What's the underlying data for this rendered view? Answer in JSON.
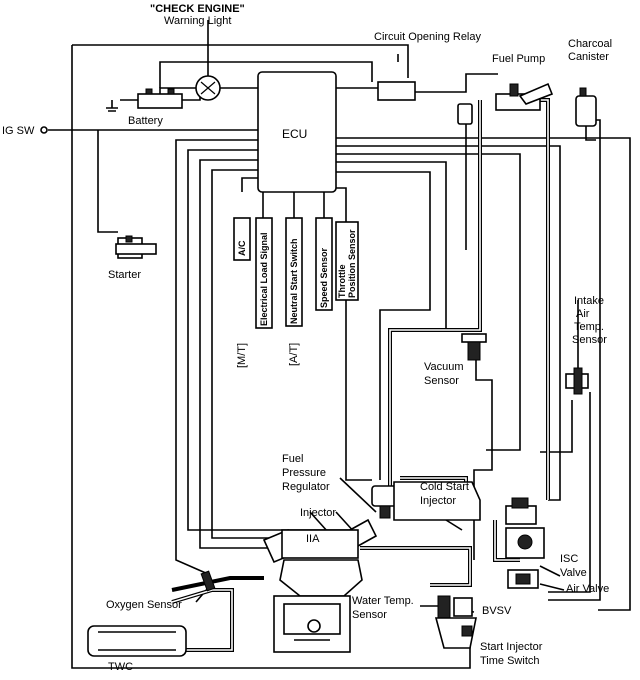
{
  "labels": {
    "check_engine": "\"CHECK ENGINE\"",
    "warning_light": "Warning Light",
    "circuit_opening_relay": "Circuit Opening Relay",
    "fuel_pump": "Fuel Pump",
    "charcoal": "Charcoal",
    "canister": "Canister",
    "ig_sw": "IG SW",
    "battery": "Battery",
    "ecu": "ECU",
    "starter": "Starter",
    "ac": "A/C",
    "electrical_load_signal": "Electrical Load Signal",
    "neutral_start_switch": "Neutral Start Switch",
    "speed_sensor": "Speed Sensor",
    "throttle": "Throttle",
    "position_sensor": "Position Sensor",
    "mt": "[M/T]",
    "at": "[A/T]",
    "intake_air_temp_1": "Intake",
    "intake_air_temp_2": "Air",
    "intake_air_temp_3": "Temp.",
    "intake_air_temp_4": "Sensor",
    "vacuum_1": "Vacuum",
    "vacuum_2": "Sensor",
    "fuel_pressure_1": "Fuel",
    "fuel_pressure_2": "Pressure",
    "fuel_pressure_3": "Regulator",
    "cold_start_1": "Cold Start",
    "cold_start_2": "Injector",
    "injector": "Injector",
    "iia": "IIA",
    "isc_1": "ISC",
    "isc_2": "Valve",
    "air_valve": "Air Valve",
    "oxygen_sensor": "Oxygen Sensor",
    "water_temp_1": "Water Temp.",
    "water_temp_2": "Sensor",
    "bvsv": "BVSV",
    "start_injector_1": "Start Injector",
    "start_injector_2": "Time Switch",
    "twc": "TWC"
  }
}
